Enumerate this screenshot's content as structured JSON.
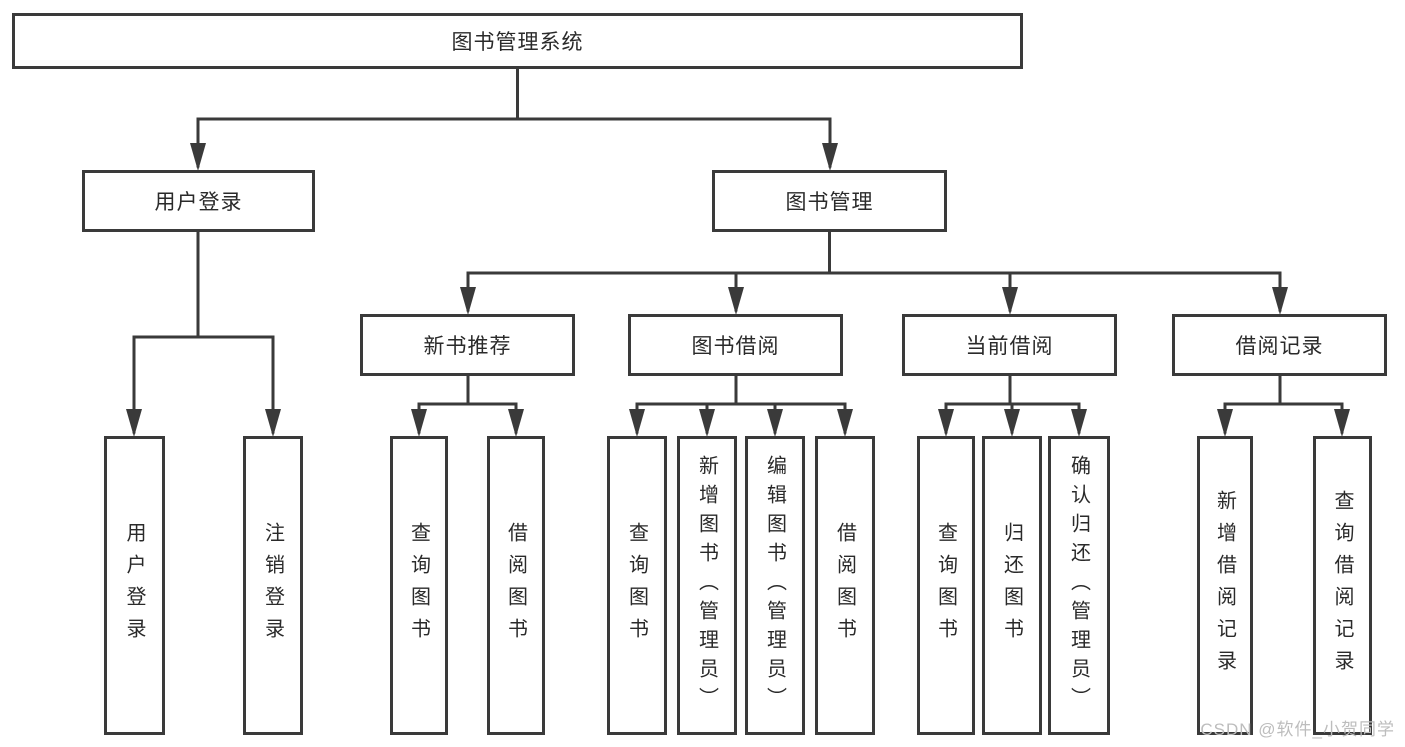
{
  "diagram": {
    "title": "图书管理系统",
    "root": {
      "label": "图书管理系统"
    },
    "branches": [
      {
        "label": "用户登录",
        "children": [
          {
            "label": "用户登录"
          },
          {
            "label": "注销登录"
          }
        ]
      },
      {
        "label": "图书管理",
        "children": [
          {
            "label": "新书推荐",
            "children": [
              {
                "label": "查询图书"
              },
              {
                "label": "借阅图书"
              }
            ]
          },
          {
            "label": "图书借阅",
            "children": [
              {
                "label": "查询图书"
              },
              {
                "label": "新增图书（管理员）"
              },
              {
                "label": "编辑图书（管理员）"
              },
              {
                "label": "借阅图书"
              }
            ]
          },
          {
            "label": "当前借阅",
            "children": [
              {
                "label": "查询图书"
              },
              {
                "label": "归还图书"
              },
              {
                "label": "确认归还（管理员）"
              }
            ]
          },
          {
            "label": "借阅记录",
            "children": [
              {
                "label": "新增借阅记录"
              },
              {
                "label": "查询借阅记录"
              }
            ]
          }
        ]
      }
    ]
  },
  "watermark": {
    "text": "CSDN @软件_小贺同学"
  },
  "colors": {
    "line": "#3a3a3a",
    "box_border": "#3a3a3a",
    "box_background": "#ffffff",
    "text": "#2a2a2a",
    "watermark": "#bdbdbd"
  }
}
